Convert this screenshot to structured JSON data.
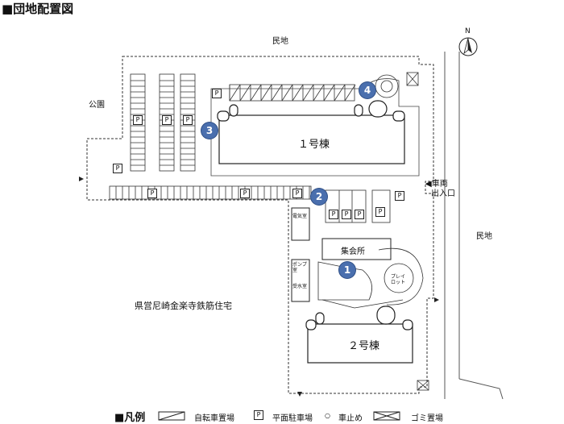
{
  "title": "■団地配置図",
  "compass": {
    "north_label": "N"
  },
  "labels": {
    "minchi_top": "民地",
    "minchi_right": "民地",
    "koen": "公園",
    "sharyo_deiriguchi_line1": "◀車両",
    "sharyo_deiriguchi_line2": "出入口",
    "neighbor_housing": "県営尼崎金楽寺鉄筋住宅"
  },
  "buildings": {
    "bldg1": "１号棟",
    "bldg2": "２号棟",
    "shukaijo": "集会所",
    "denkishitsu": "電気室",
    "ponpushitsu": "ポンプ室",
    "jusuishitsu": "受水室",
    "playlot": "プレイロット"
  },
  "parking_symbol": "P",
  "markers": [
    "1",
    "2",
    "3",
    "4"
  ],
  "legend": {
    "title": "■凡例",
    "bicycle": "自転車置場",
    "parking": "平面駐車場",
    "car_stop": "車止め",
    "garbage": "ゴミ置場",
    "parking_symbol": "P",
    "car_stop_symbol": "○"
  }
}
